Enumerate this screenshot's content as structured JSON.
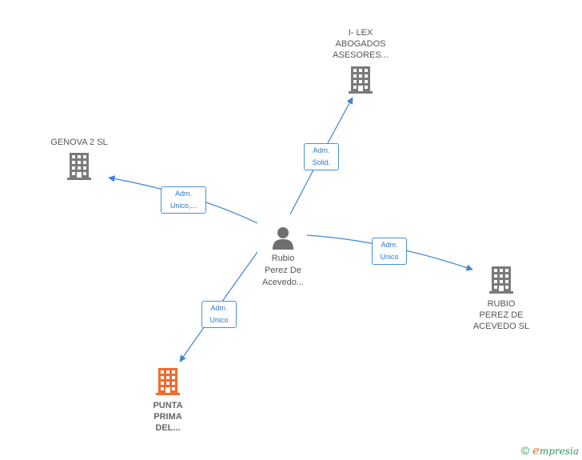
{
  "colors": {
    "edge": "#3d85d4",
    "node_gray": "#7a7a7a",
    "node_highlight": "#f26a2e"
  },
  "center": {
    "label_lines": [
      "Rubio",
      "Perez De",
      "Acevedo..."
    ],
    "icon": "person-icon"
  },
  "nodes": {
    "ilex": {
      "label_lines": [
        "I- LEX",
        "ABOGADOS",
        "ASESORES..."
      ],
      "icon": "building-icon"
    },
    "genova": {
      "label_lines": [
        "GENOVA 2 SL"
      ],
      "icon": "building-icon"
    },
    "rubio_sl": {
      "label_lines": [
        "RUBIO",
        "PEREZ DE",
        "ACEVEDO SL"
      ],
      "icon": "building-icon"
    },
    "punta": {
      "label_lines": [
        "PUNTA",
        "PRIMA",
        "DEL..."
      ],
      "icon": "building-icon"
    }
  },
  "edges": {
    "ilex": {
      "lines": [
        "Adm.",
        "Solid."
      ]
    },
    "genova": {
      "lines": [
        "Adm.",
        "Unico,..."
      ]
    },
    "rubio_sl": {
      "lines": [
        "Adm.",
        "Unico"
      ]
    },
    "punta": {
      "lines": [
        "Adm.",
        "Unico"
      ]
    }
  },
  "brand": {
    "copyright": "©",
    "initial": "e",
    "name": "mpresia"
  }
}
